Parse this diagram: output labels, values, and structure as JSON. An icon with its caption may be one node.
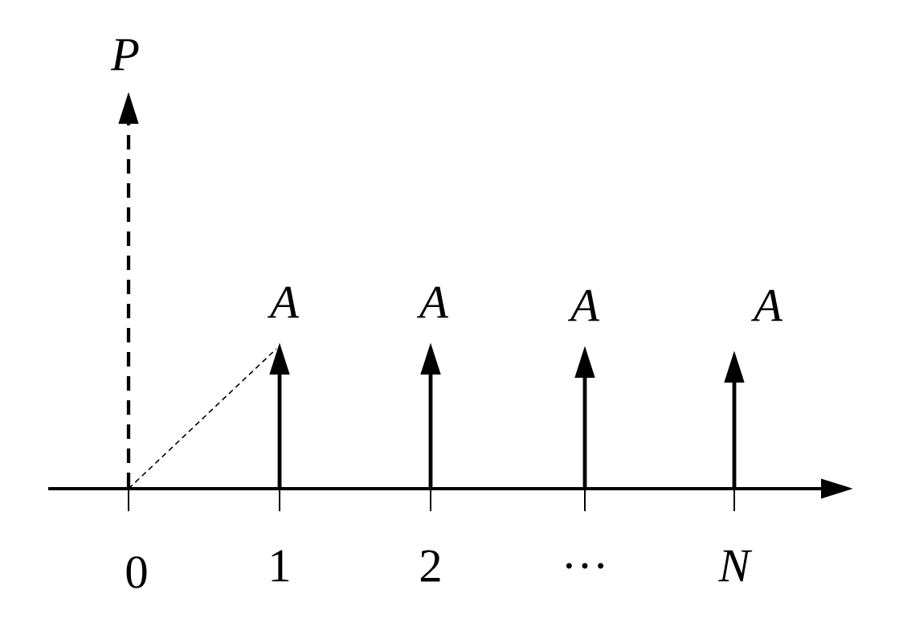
{
  "diagram": {
    "labels": [
      "P",
      "A",
      "A",
      "A",
      "A",
      "0",
      "1",
      "2",
      "…",
      "N"
    ]
  }
}
